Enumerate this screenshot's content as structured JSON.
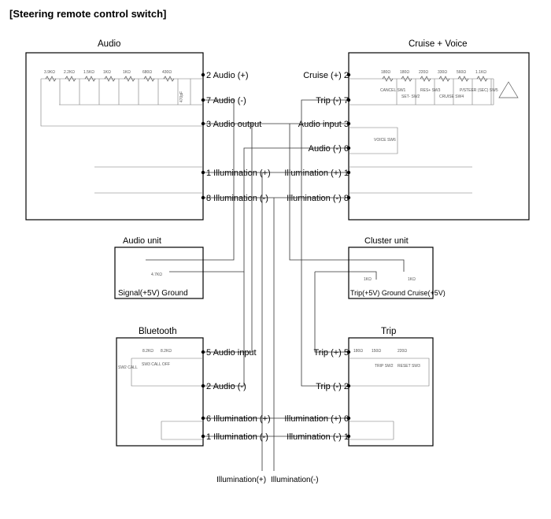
{
  "title": "[Steering remote control switch]",
  "audio": {
    "title": "Audio",
    "pins": [
      "2 Audio (+)",
      "7 Audio (-)",
      "3 Audio output",
      "1 Illumination (+)",
      "8 Illumination (-)"
    ],
    "resistors": [
      "3.9KΩ",
      "2.2KΩ",
      "1.5KΩ",
      "1KΩ",
      "1KΩ",
      "680Ω",
      "430Ω"
    ],
    "capacitor": "470pF"
  },
  "cruise": {
    "title": "Cruise + Voice",
    "pins": [
      "Cruise (+)  2",
      "Trip (-)  7",
      "Audio input  3",
      "Audio (-)  6",
      "Illumination (+)  1",
      "Illumination (-)  8"
    ],
    "resistors": [
      "180Ω",
      "180Ω",
      "220Ω",
      "330Ω",
      "560Ω",
      "1.1KΩ"
    ],
    "switches": [
      "CANCEL SW1",
      "SET- SW2",
      "RES+ SW3",
      "CRUISE SW4",
      "P/STEER (SEC) SW5",
      "VOICE SW6"
    ]
  },
  "audio_unit": {
    "title": "Audio unit",
    "resistor": "4.7KΩ",
    "terminals": "Signal(+5V)  Ground"
  },
  "cluster_unit": {
    "title": "Cluster unit",
    "resistors": [
      "1KΩ",
      "1KΩ"
    ],
    "terminals": "Trip(+5V) Ground Cruise(+5V)"
  },
  "bluetooth": {
    "title": "Bluetooth",
    "pins": [
      "5  Audio input",
      "2  Audio (-)",
      "6  Illumination (+)",
      "1  Illumination (-)"
    ],
    "resistors": [
      "8.2KΩ",
      "8.2KΩ"
    ],
    "switches": [
      "SW2 CALL",
      "SW3 CALL OFF"
    ]
  },
  "trip": {
    "title": "Trip",
    "pins": [
      "Trip (+) 5",
      "Trip (-) 2",
      "Illumination (+) 6",
      "Illumination (-) 1"
    ],
    "resistors": [
      "180Ω",
      "150Ω",
      "220Ω"
    ],
    "switches": [
      "TRIP SW2",
      "RESET SW3"
    ]
  },
  "bottom_labels": [
    "Illumination(+)",
    "Illumination(-)"
  ]
}
